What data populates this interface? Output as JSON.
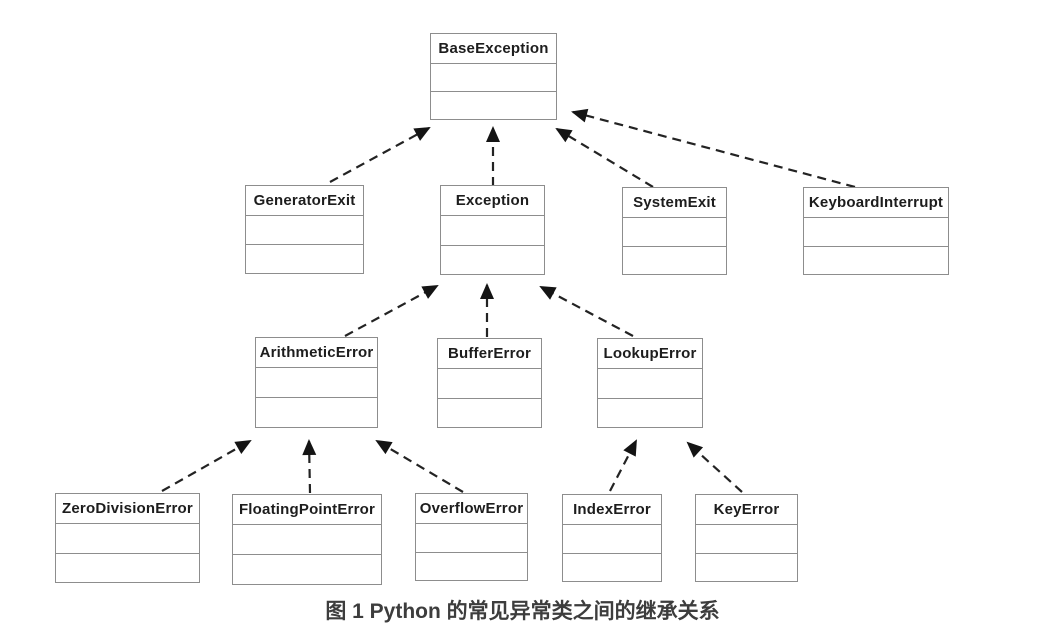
{
  "diagram": {
    "kind": "uml-class-inheritance",
    "caption": "图 1 Python 的常见异常类之间的继承关系",
    "nodes": [
      {
        "label": "BaseException"
      },
      {
        "label": "GeneratorExit"
      },
      {
        "label": "Exception"
      },
      {
        "label": "SystemExit"
      },
      {
        "label": "KeyboardInterrupt"
      },
      {
        "label": "ArithmeticError"
      },
      {
        "label": "BufferError"
      },
      {
        "label": "LookupError"
      },
      {
        "label": "ZeroDivisionError"
      },
      {
        "label": "FloatingPointError"
      },
      {
        "label": "OverflowError"
      },
      {
        "label": "IndexError"
      },
      {
        "label": "KeyError"
      }
    ],
    "edges": [
      {
        "from": "GeneratorExit",
        "to": "BaseException"
      },
      {
        "from": "Exception",
        "to": "BaseException"
      },
      {
        "from": "SystemExit",
        "to": "BaseException"
      },
      {
        "from": "KeyboardInterrupt",
        "to": "BaseException"
      },
      {
        "from": "ArithmeticError",
        "to": "Exception"
      },
      {
        "from": "BufferError",
        "to": "Exception"
      },
      {
        "from": "LookupError",
        "to": "Exception"
      },
      {
        "from": "ZeroDivisionError",
        "to": "ArithmeticError"
      },
      {
        "from": "FloatingPointError",
        "to": "ArithmeticError"
      },
      {
        "from": "OverflowError",
        "to": "ArithmeticError"
      },
      {
        "from": "IndexError",
        "to": "LookupError"
      },
      {
        "from": "KeyError",
        "to": "LookupError"
      }
    ],
    "edge_style": "dashed-line-filled-arrowhead",
    "colors": {
      "line": "#232323",
      "arrowhead": "#141414",
      "box_border": "#8d8d8d",
      "label": "#1d1d1d",
      "caption": "#3d3d3d"
    }
  }
}
